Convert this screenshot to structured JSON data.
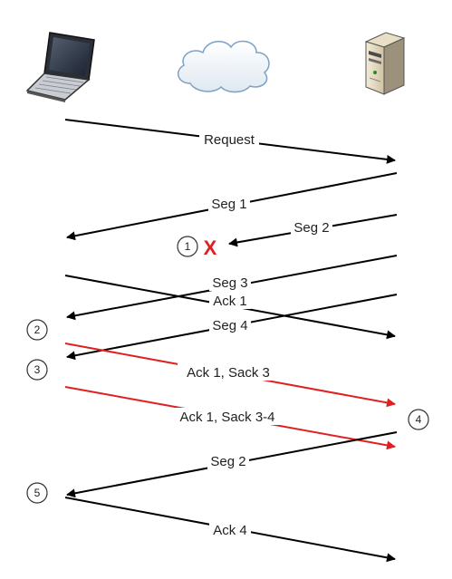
{
  "colors": {
    "line": "#000000",
    "highlight": "#e02020",
    "loss": "#e02020",
    "label_bg": "#ffffff"
  },
  "icons": {
    "client": "laptop-icon",
    "network": "cloud-icon",
    "server": "server-tower-icon"
  },
  "messages": [
    {
      "label": "Request",
      "style": "normal",
      "direction": "to-server"
    },
    {
      "label": "Seg 1",
      "style": "normal",
      "direction": "to-client"
    },
    {
      "label": "Seg 2",
      "style": "normal",
      "direction": "to-client",
      "lost": true
    },
    {
      "label": "Seg 3",
      "style": "normal",
      "direction": "to-client"
    },
    {
      "label": "Ack 1",
      "style": "normal",
      "direction": "to-server"
    },
    {
      "label": "Seg 4",
      "style": "normal",
      "direction": "to-client"
    },
    {
      "label": "Ack 1, Sack 3",
      "style": "highlight",
      "direction": "to-server"
    },
    {
      "label": "Ack 1, Sack 3-4",
      "style": "highlight",
      "direction": "to-server"
    },
    {
      "label": "Seg 2",
      "style": "normal",
      "direction": "to-client"
    },
    {
      "label": "Ack 4",
      "style": "normal",
      "direction": "to-server"
    }
  ],
  "loss_mark": "X",
  "markers": [
    "1",
    "2",
    "3",
    "4",
    "5"
  ]
}
